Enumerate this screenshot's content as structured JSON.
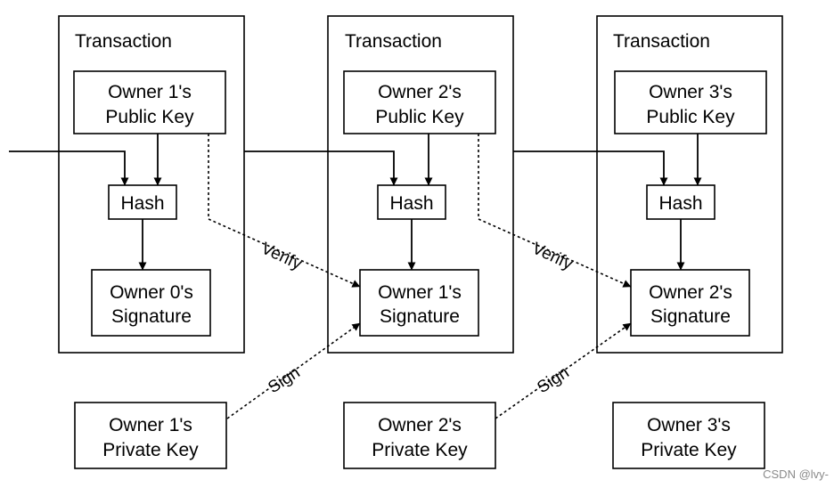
{
  "transactions": [
    {
      "title": "Transaction",
      "public_key": [
        "Owner 1's",
        "Public Key"
      ],
      "hash": "Hash",
      "signature": [
        "Owner 0's",
        "Signature"
      ]
    },
    {
      "title": "Transaction",
      "public_key": [
        "Owner 2's",
        "Public Key"
      ],
      "hash": "Hash",
      "signature": [
        "Owner 1's",
        "Signature"
      ]
    },
    {
      "title": "Transaction",
      "public_key": [
        "Owner 3's",
        "Public Key"
      ],
      "hash": "Hash",
      "signature": [
        "Owner 2's",
        "Signature"
      ]
    }
  ],
  "private_keys": [
    [
      "Owner 1's",
      "Private Key"
    ],
    [
      "Owner 2's",
      "Private Key"
    ],
    [
      "Owner 3's",
      "Private Key"
    ]
  ],
  "edge_labels": {
    "verify": "Verify",
    "sign": "Sign"
  },
  "watermark": "CSDN @lvy-"
}
